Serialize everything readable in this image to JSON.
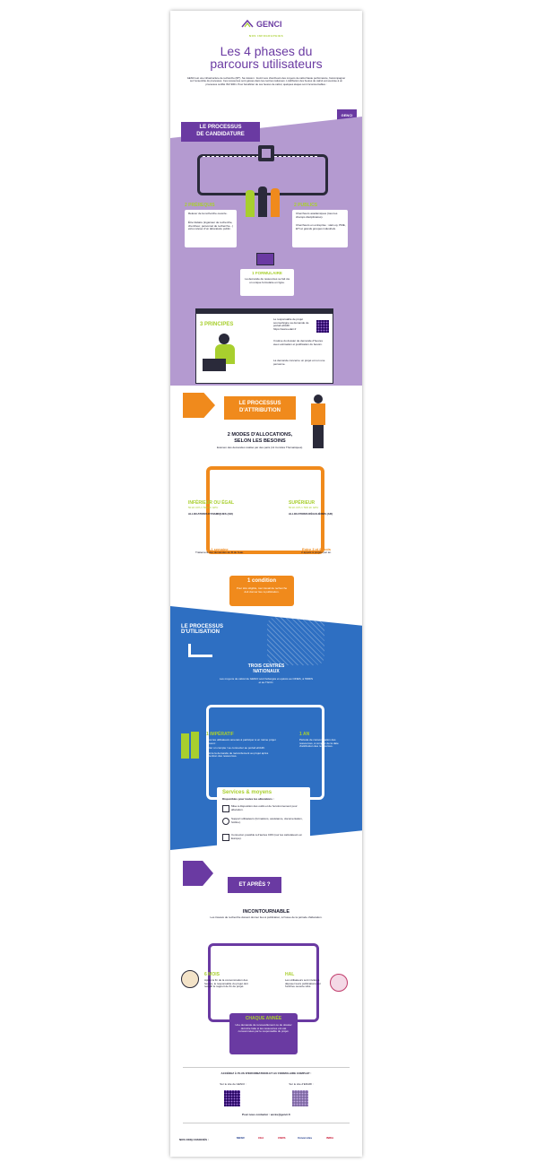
{
  "header": {
    "logo": "GENCI",
    "tagline": "NOS INFOGRAPHIES",
    "title_line1": "Les 4 phases du",
    "title_line2": "parcours utilisateurs",
    "intro": "GENCI est une infrastructure de recherche (IR*). Sa mission : fournir aux chercheurs des moyens de calcul haute performance, l'accompagner sur l'ensemble du processus. Ces ressources sont gérées dans les centres nationaux. L'attribution des heures de calcul est soumise à un processus certifié ISO 9001. Pour bénéficier de ces heures de calcul, quelques étapes sont incontournables :",
    "badge": "GENCI"
  },
  "phase1": {
    "title_l1": "LE PROCESSUS",
    "title_l2": "DE CANDIDATURE",
    "prereq_title": "2 PRÉREQUIS",
    "prereq_1": "Relever de la recherche ouverte.",
    "prereq_2": "Être titulaire (ingénieur de recherche, chercheur, personnel de recherche...) et/ou relever d'un laboratoire public.",
    "public_title": "2 PUBLICS",
    "public_1": "Chercheurs académiques (tous les champs disciplinaires).",
    "public_2": "Chercheurs en entreprise : start-up, PME, ETI et grands groupes industriels.",
    "form_title": "1 FORMULAIRE",
    "form_text": "La demande de ressources se fait via un unique formulaire en ligne.",
    "principles_title": "3 PRINCIPES",
    "principle_1": "Le responsable de projet soumet/signe sa demande de portail eDARI : https://www.edari.fr",
    "principle_2": "Il relève du dossier de demande d'heures avec estimation et justification du besoin.",
    "principle_3": "La demande concerne un projet et non une personne."
  },
  "phase2": {
    "title_l1": "LE PROCESSUS",
    "title_l2": "D'ATTRIBUTION",
    "modes_l1": "2 MODES D'ALLOCATIONS,",
    "modes_l2": "SELON LES BESOINS",
    "modes_sub": "Examen des demandes réalisé par des pairs (11 Comités Thématiques).",
    "left_title": "INFÉRIEUR OU ÉGAL",
    "left_values": "50 kh CPU / 500 kh GPU",
    "left_mode": "ALLOCATIONS DYNAMIQUES (AD)",
    "left_delay": "1 semaine",
    "left_desc": "Traitement des demandes au fil de l'eau.",
    "right_title": "SUPÉRIEUR",
    "right_values": "50 kh CPU / 500 kh GPU",
    "right_mode": "ALLOCATIONS RÉGULIÈRES (AR)",
    "right_delay": "Entre 3 et 6 mois",
    "right_desc": "2 appels à projets par an.",
    "condition_title": "1 condition",
    "condition_text": "Pour être éligible, tout travail de recherche doit donner lieu à publication."
  },
  "phase3": {
    "title_l1": "LE PROCESSUS",
    "title_l2": "D'UTILISATION",
    "centres_l1": "TROIS CENTRES",
    "centres_l2": "NATIONAUX",
    "centres_text": "Les moyens de calcul de GENCI sont hébergés et opérés au CINES, à l'IDRIS et au TGCC.",
    "imperatif_title": "1 IMPÉRATIF",
    "imperatif_text": "Tous les utilisateurs amenés à participer à un même projet doivent :",
    "imperatif_1": "Initier un compte / se connecter au portail eDARI.",
    "imperatif_2": "Suivre la demande de raccordement au projet après obtention des ressources.",
    "an_title": "1 AN",
    "an_text": "Période de consommation des ressources, à compter de la date d'attribution des ressources.",
    "services_title": "Services & moyens",
    "services_sub": "Disponibles pour toutes les allocations :",
    "service_1": "Mise à disposition des outils et de l'environnement pour allocation.",
    "service_2": "Support utilisateurs (formations, assistance, documentation, hotline).",
    "service_3": "Connexion possible à d'autres CDN (sur les calculateurs en Europe)."
  },
  "phase4": {
    "title": "ET APRÈS ?",
    "incontournable": "INCONTOURNABLE",
    "incontournable_text": "Les travaux de recherche doivent donner lieu à publication, à l'issue de la période d'allocation.",
    "left_title": "6 MOIS",
    "left_text": "Après la fin de la consommation des heures, le responsable du projet doit remplir le rapport de fin de projet.",
    "right_title": "HAL",
    "right_text": "Les utilisateurs sont invités à déposer leurs publications sur l'archive ouverte HAL.",
    "yearly_title": "CHAQUE ANNÉE",
    "yearly_text": "Une demande de renouvellement ou de dossier doit être faite si les ressources ont été consommées par le responsable du projet."
  },
  "footer": {
    "access": "ACCÉDEZ À PLUS D'INFORMATIONS ET AU FORMULAIRE COMPLET :",
    "site_genci": "Sur le site de GENCI :",
    "site_edari": "Sur le site d'EDARI :",
    "contact": "Pour nous contacter : accès@genci.fr",
    "partners_label": "NOS CINQ ASSOCIÉS :",
    "partners": [
      "MESR",
      "CEA",
      "CNRS",
      "Universités",
      "INRIA"
    ]
  },
  "colors": {
    "purple": "#b49ad0",
    "dark_purple": "#6a3aa2",
    "orange": "#f08a1c",
    "blue": "#2e6fc2",
    "green": "#a8cf2e"
  }
}
